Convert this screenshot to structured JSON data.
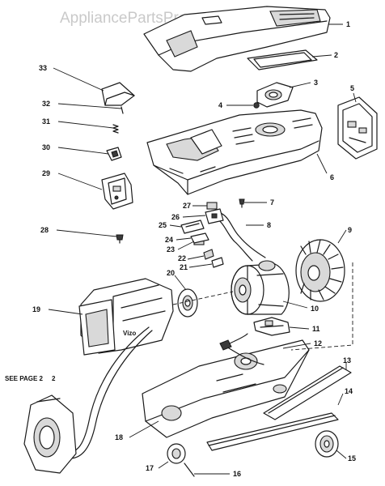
{
  "watermark": "AppliancePartsPros.com",
  "see_page_label": "SEE PAGE 2",
  "parts": [
    {
      "id": "part-1",
      "number": "1"
    },
    {
      "id": "part-2",
      "number": "2"
    },
    {
      "id": "part-3",
      "number": "3"
    },
    {
      "id": "part-4",
      "number": "4"
    },
    {
      "id": "part-5",
      "number": "5"
    },
    {
      "id": "part-6",
      "number": "6"
    },
    {
      "id": "part-7",
      "number": "7"
    },
    {
      "id": "part-8",
      "number": "8"
    },
    {
      "id": "part-9",
      "number": "9"
    },
    {
      "id": "part-10",
      "number": "10"
    },
    {
      "id": "part-11",
      "number": "11"
    },
    {
      "id": "part-12",
      "number": "12"
    },
    {
      "id": "part-13",
      "number": "13"
    },
    {
      "id": "part-14",
      "number": "14"
    },
    {
      "id": "part-15",
      "number": "15"
    },
    {
      "id": "part-16",
      "number": "16"
    },
    {
      "id": "part-17",
      "number": "17"
    },
    {
      "id": "part-18",
      "number": "18"
    },
    {
      "id": "part-19",
      "number": "19"
    },
    {
      "id": "part-20",
      "number": "20"
    },
    {
      "id": "part-21",
      "number": "21"
    },
    {
      "id": "part-22",
      "number": "22"
    },
    {
      "id": "part-23",
      "number": "23"
    },
    {
      "id": "part-24",
      "number": "24"
    },
    {
      "id": "part-25",
      "number": "25"
    },
    {
      "id": "part-26",
      "number": "26"
    },
    {
      "id": "part-27",
      "number": "27"
    },
    {
      "id": "part-28",
      "number": "28"
    },
    {
      "id": "part-29",
      "number": "29"
    },
    {
      "id": "part-30",
      "number": "30"
    },
    {
      "id": "part-31",
      "number": "31"
    },
    {
      "id": "part-32",
      "number": "32"
    },
    {
      "id": "part-33",
      "number": "33"
    }
  ]
}
